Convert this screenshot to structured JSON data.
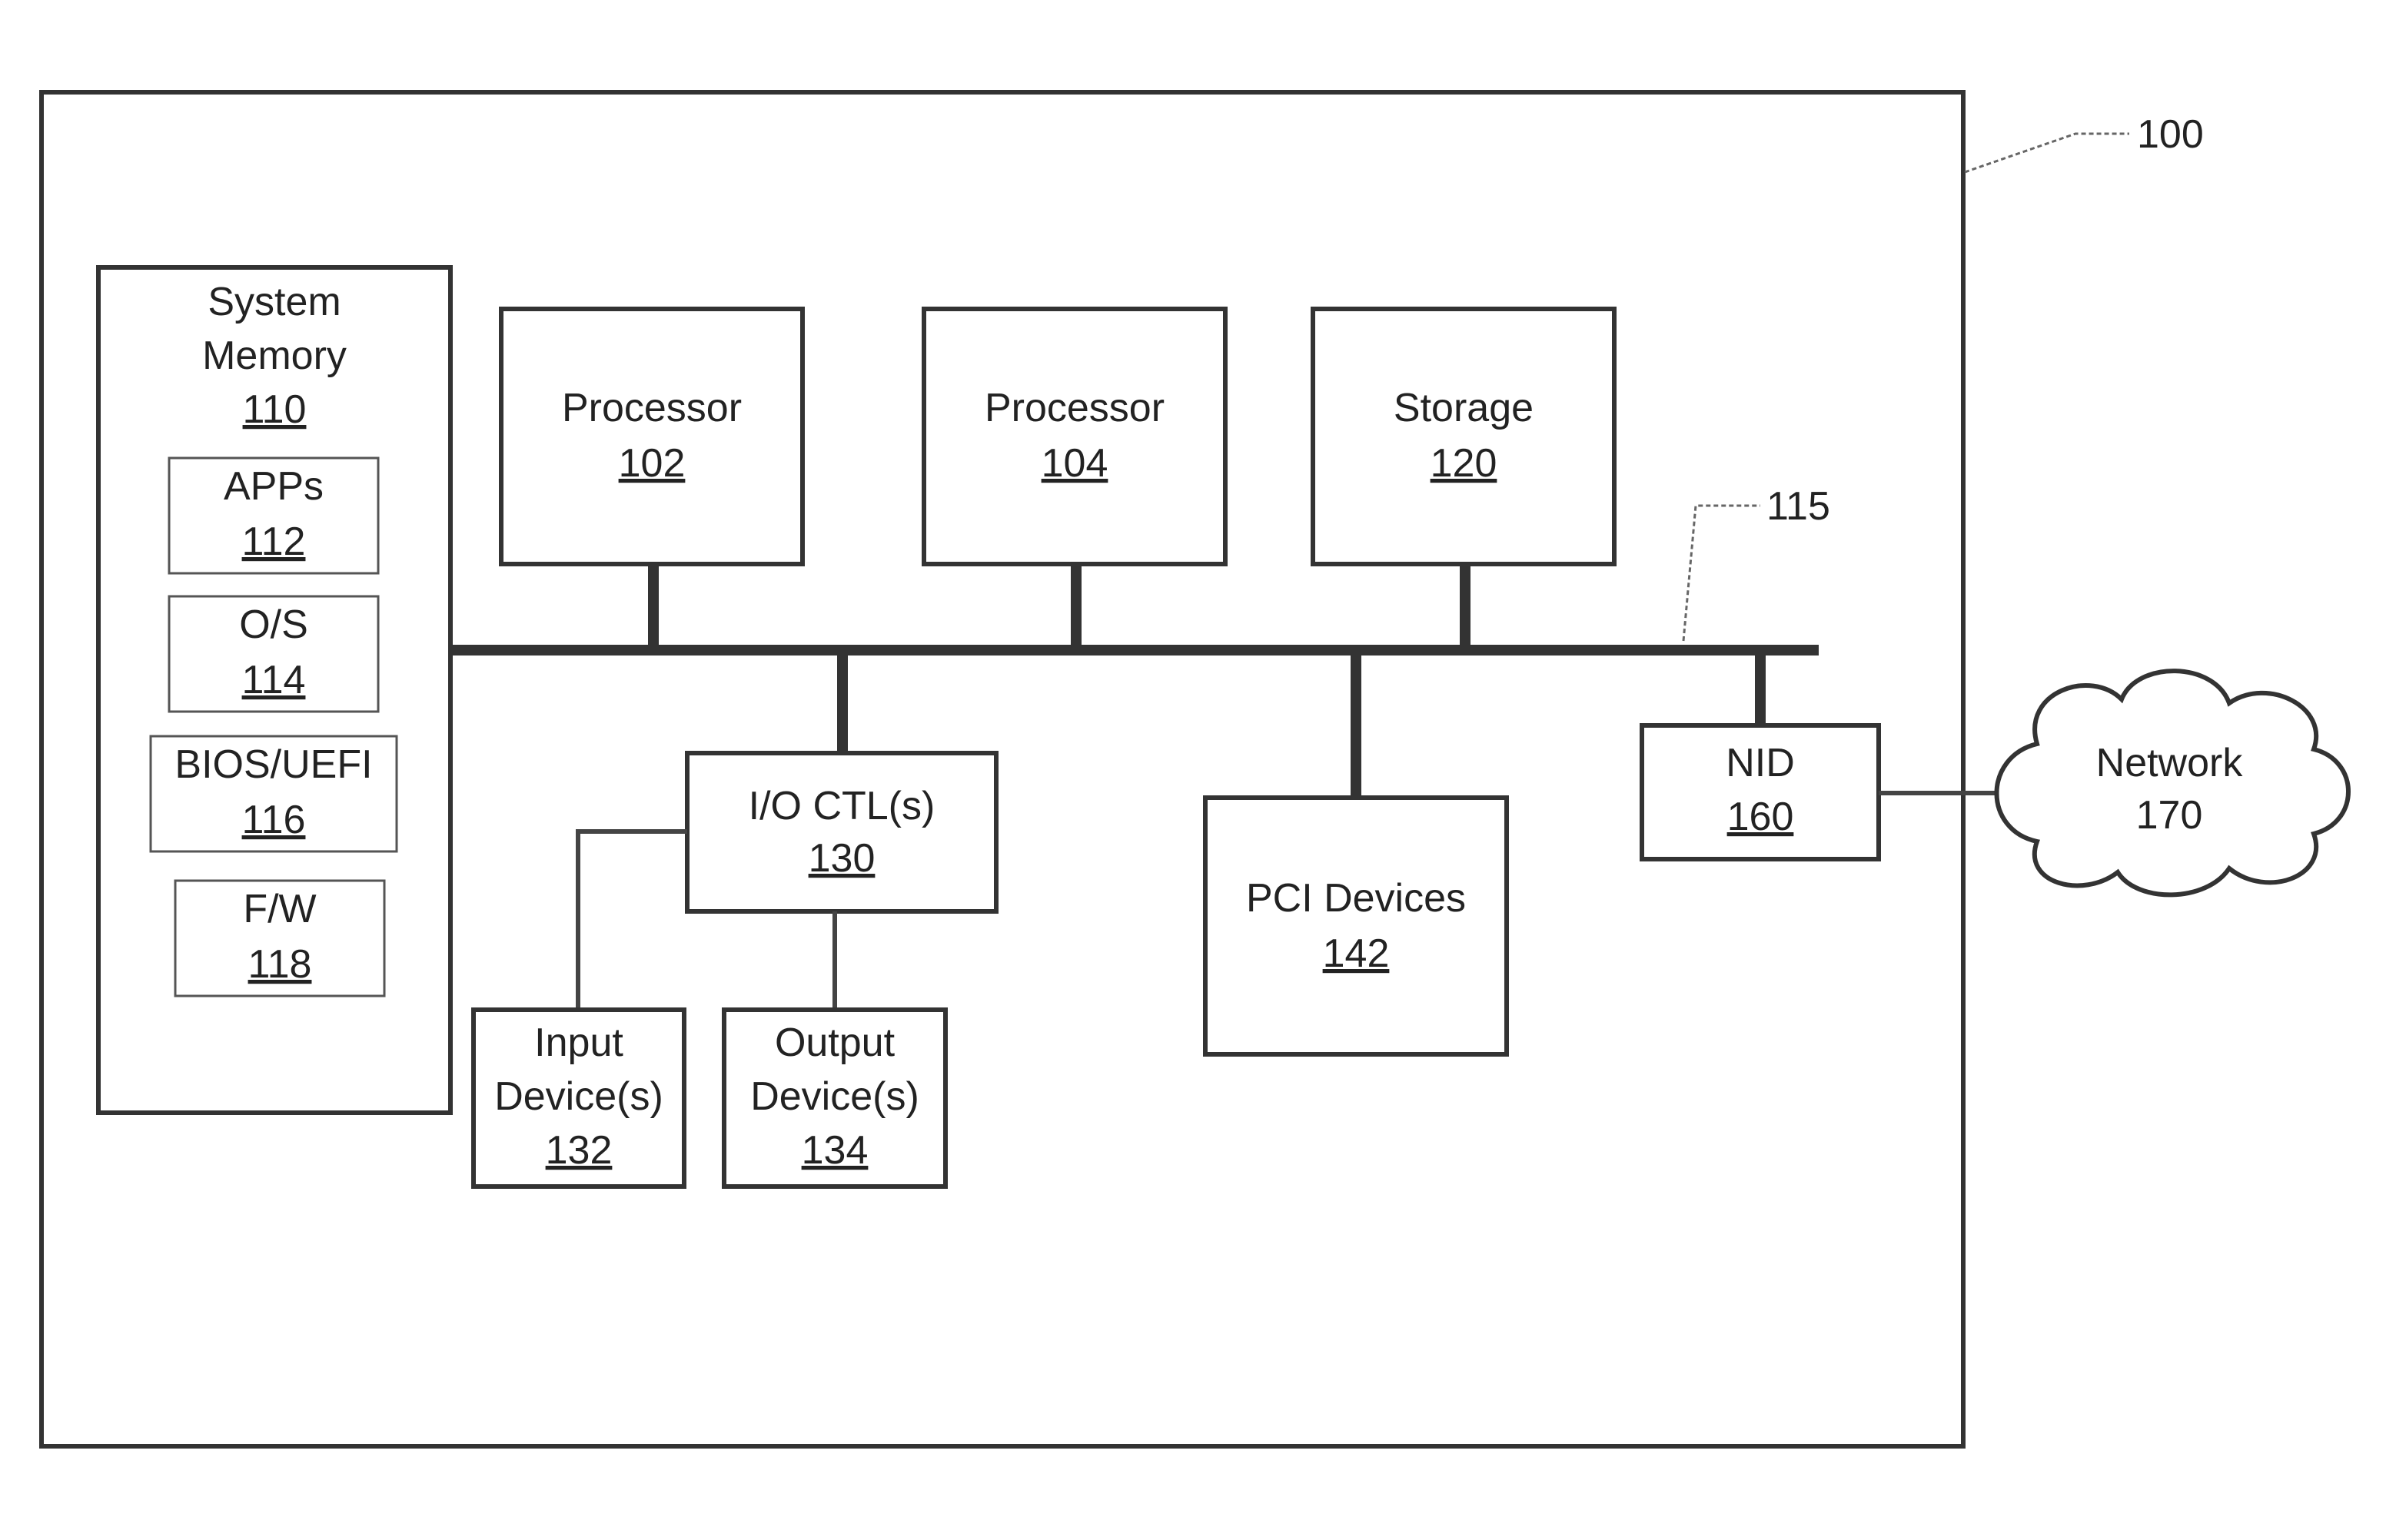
{
  "system": {
    "ref": "100"
  },
  "bus": {
    "ref": "115"
  },
  "memory": {
    "title_line1": "System",
    "title_line2": "Memory",
    "ref": "110",
    "items": [
      {
        "label": "APPs",
        "ref": "112"
      },
      {
        "label": "O/S",
        "ref": "114"
      },
      {
        "label": "BIOS/UEFI",
        "ref": "116"
      },
      {
        "label": "F/W",
        "ref": "118"
      }
    ]
  },
  "processor1": {
    "label": "Processor",
    "ref": "102"
  },
  "processor2": {
    "label": "Processor",
    "ref": "104"
  },
  "storage": {
    "label": "Storage",
    "ref": "120"
  },
  "io_ctl": {
    "label": "I/O CTL(s)",
    "ref": "130"
  },
  "input_device": {
    "label_line1": "Input",
    "label_line2": "Device(s)",
    "ref": "132"
  },
  "output_device": {
    "label_line1": "Output",
    "label_line2": "Device(s)",
    "ref": "134"
  },
  "pci": {
    "label": "PCI Devices",
    "ref": "142"
  },
  "nid": {
    "label": "NID",
    "ref": "160"
  },
  "network": {
    "label": "Network",
    "ref": "170"
  }
}
